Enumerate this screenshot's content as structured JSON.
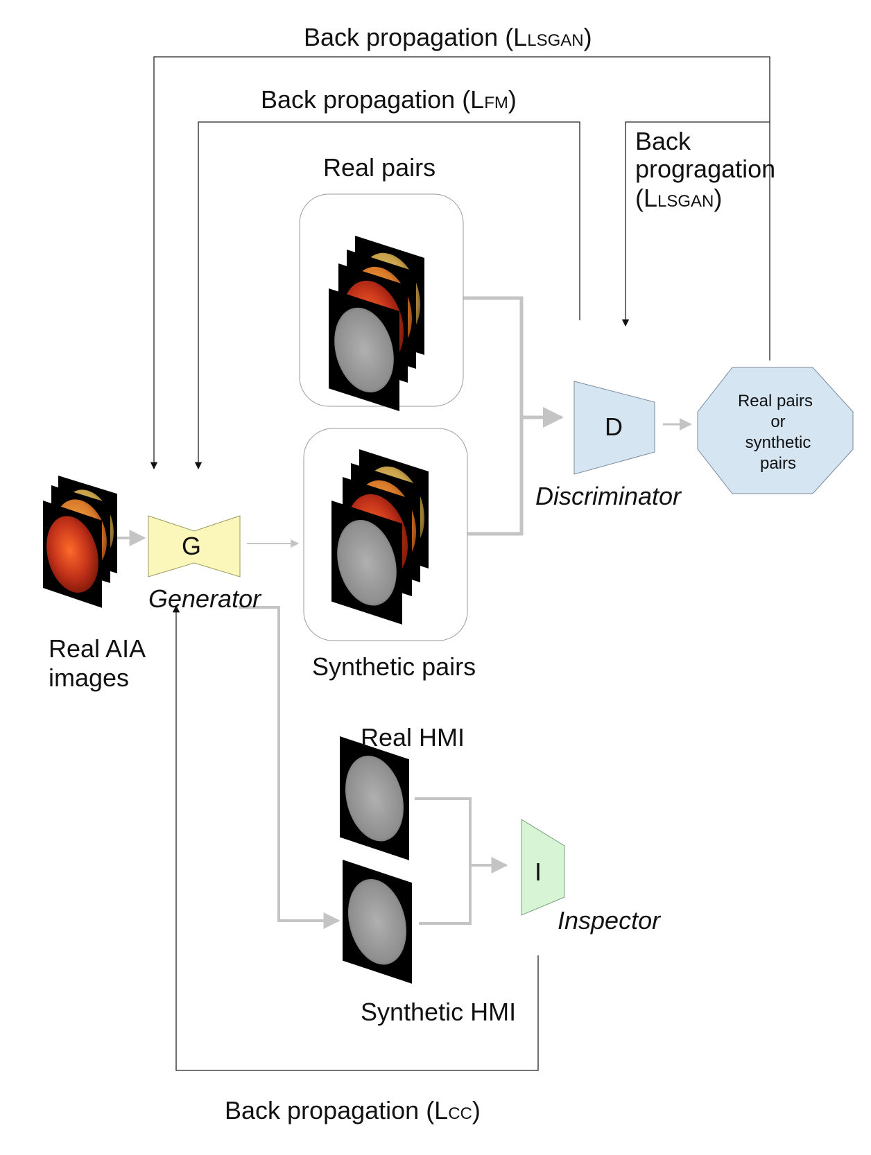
{
  "labels": {
    "bp_top": "Back propagation (L",
    "bp_top_sub": "LSGAN",
    "bp_top_close": ")",
    "bp_fm": "Back propagation (L",
    "bp_fm_sub": "FM",
    "bp_fm_close": ")",
    "bp_right_1": "Back",
    "bp_right_2": "progragation",
    "bp_right_3_open": "(L",
    "bp_right_3_sub": "LSGAN",
    "bp_right_3_close": ")",
    "bp_cc": "Back propagation (L",
    "bp_cc_sub": "CC",
    "bp_cc_close": ")",
    "real_pairs": "Real pairs",
    "synthetic_pairs": "Synthetic pairs",
    "real_aia_1": "Real AIA",
    "real_aia_2": "images",
    "generator_letter": "G",
    "generator_name": "Generator",
    "discriminator_letter": "D",
    "discriminator_name": "Discriminator",
    "inspector_letter": "I",
    "inspector_name": "Inspector",
    "output_1": "Real pairs",
    "output_2": "or",
    "output_3": "synthetic",
    "output_4": "pairs",
    "real_hmi": "Real HMI",
    "synthetic_hmi": "Synthetic HMI"
  },
  "colors": {
    "generator_fill": "#fbf6b9",
    "discriminator_fill": "#d6e5f2",
    "inspector_fill": "#d7f5d4",
    "flow_arrow": "#c4c4c4",
    "backprop_line": "#222222",
    "sun_red": "#c2321a",
    "sun_orange": "#d97a2a",
    "sun_gold": "#c9a24a",
    "magnetogram_gray": "#9a9a9a"
  }
}
